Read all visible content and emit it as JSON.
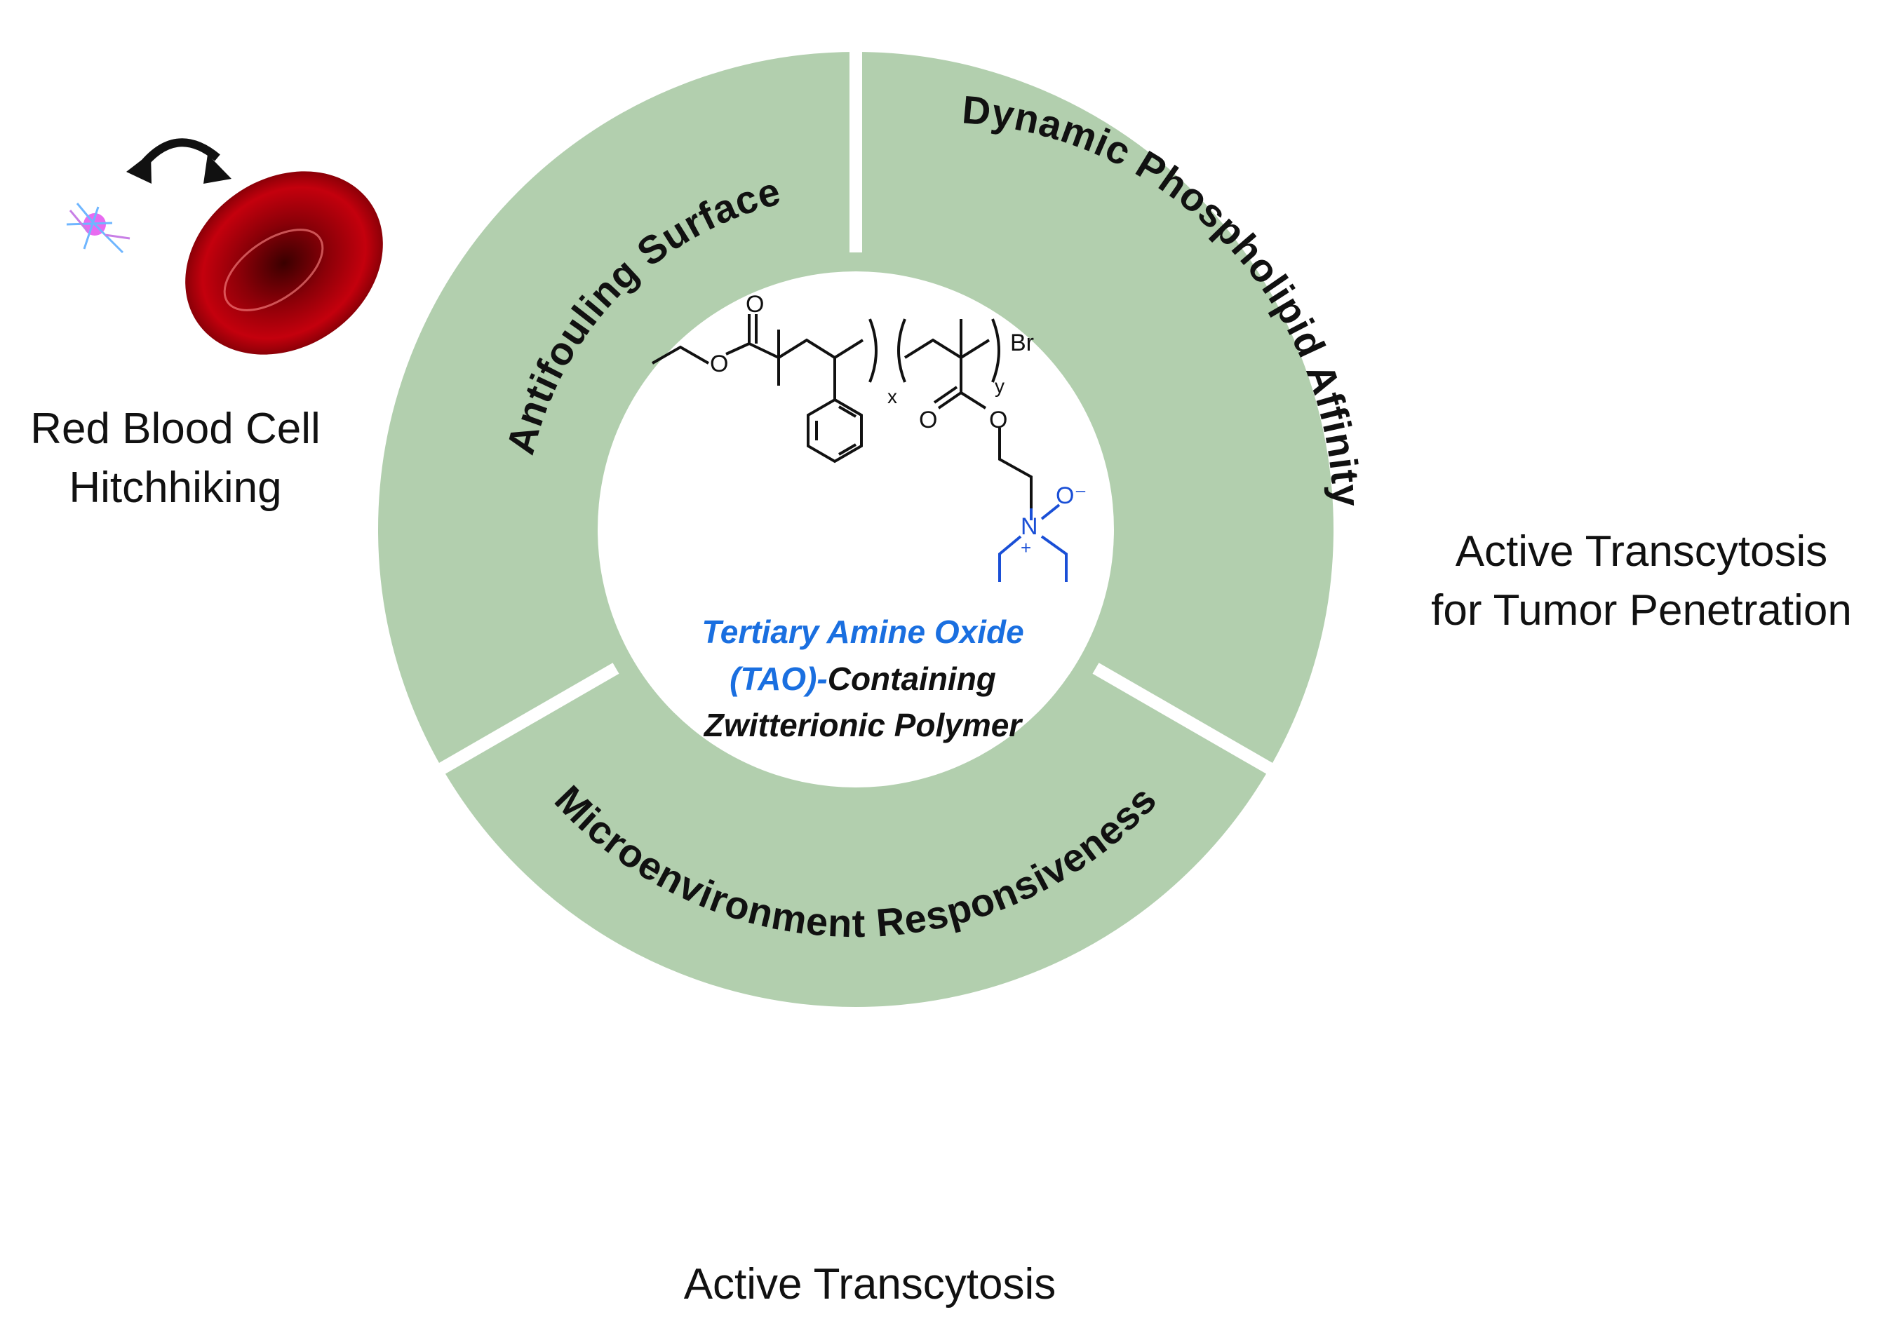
{
  "ring": {
    "segments": [
      {
        "label": "Antifouling Surface"
      },
      {
        "label": "Dynamic Phospholipid Affinity"
      },
      {
        "label": "Microenvironment Responsiveness"
      }
    ],
    "color": "#b2cfae"
  },
  "center": {
    "line1": "Tertiary Amine Oxide",
    "line2_blue": "(TAO)-",
    "line2_black": "Containing",
    "line3": "Zwitterionic Polymer",
    "blue_color": "#1a6fe0"
  },
  "structure": {
    "bromine": "Br",
    "oxygen": "O",
    "sub_x": "x",
    "sub_y": "y",
    "nitrogen": "N",
    "plus": "+",
    "oxide": "O⁻"
  },
  "labels": {
    "rbc_line1": "Red Blood Cell",
    "rbc_line2": "Hitchhiking",
    "tumor_line1": "Active Transcytosis",
    "tumor_line2": "for Tumor Penetration",
    "transcytosis": "Active Transcytosis"
  },
  "colors": {
    "rbc": "#b3000a",
    "vessel": "#ff4a12",
    "cell_fill": "#9cd0ef",
    "cell_stroke": "#3d7fb0",
    "endothelial": "#ffd966",
    "nanoparticle": "#e86bf0"
  }
}
